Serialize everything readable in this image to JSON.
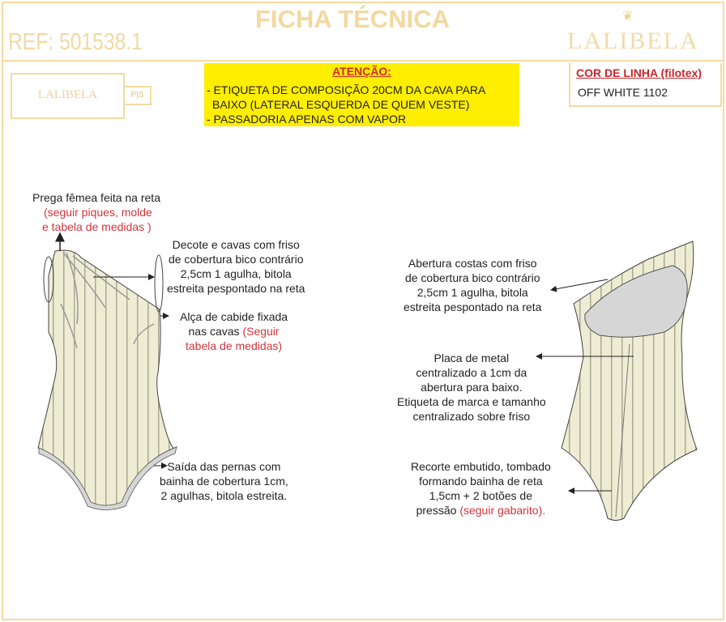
{
  "header": {
    "title": "FICHA TÉCNICA",
    "ref": "REF: 501538.1",
    "brand": "LALIBELA"
  },
  "label": {
    "brand": "LALIBELA",
    "size": "P|S"
  },
  "attention": {
    "heading": "ATENÇÃO:",
    "lines": [
      "- ETIQUETA DE COMPOSIÇÃO 20CM DA CAVA PARA",
      "  BAIXO (LATERAL ESQUERDA DE QUEM VESTE)",
      "- PASSADORIA APENAS COM VAPOR"
    ]
  },
  "thread": {
    "heading": "COR DE LINHA (filotex)",
    "value": "OFF WHITE 1102"
  },
  "front_notes": {
    "pleat": {
      "text": "Prega fêmea feita na reta",
      "red1": "(seguir piques, molde",
      "red2": "e tabela de medidas )"
    },
    "neckline": [
      "Decote e cavas com friso",
      "de cobertura bico contrário",
      "2,5cm 1 agulha, bitola",
      "estreita pespontado na reta"
    ],
    "hanger": {
      "l1": "Alça de cabide fixada",
      "l2a": "nas cavas ",
      "l2b": "(Seguir",
      "l3": "tabela de medidas)"
    },
    "legs": [
      "Saída das pernas com",
      "bainha de cobertura 1cm,",
      "2 agulhas, bitola estreita."
    ]
  },
  "back_notes": {
    "opening": [
      "Abertura costas com friso",
      "de cobertura bico contrário",
      "2,5cm 1 agulha, bitola",
      "estreita pespontado na reta"
    ],
    "plate": [
      "Placa de metal",
      "centralizado a 1cm da",
      "abertura para baixo.",
      "Etiqueta de marca e tamanho",
      "centralizado sobre friso"
    ],
    "cut": {
      "l1": "Recorte embutido, tombado",
      "l2": "formando bainha de reta",
      "l3": "1,5cm + 2 botões de",
      "l4a": "pressão ",
      "l4b": "(seguir gabarito)."
    }
  },
  "colors": {
    "border": "#f3dca0",
    "highlight": "#ffee00",
    "accent": "#d1343c",
    "fabric": "#eeedd3"
  }
}
